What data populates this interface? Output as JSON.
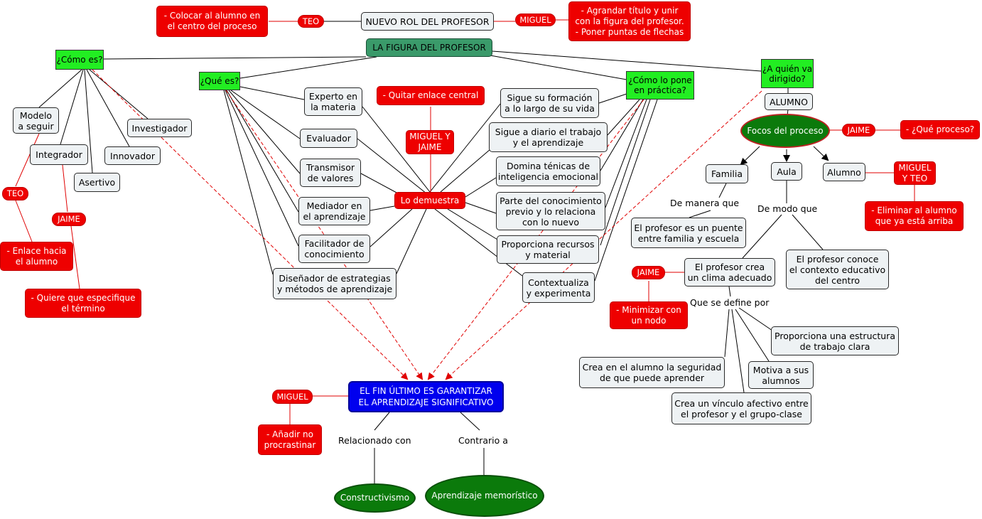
{
  "nodes": {
    "nuevo_rol": "NUEVO ROL DEL PROFESOR",
    "figura": "LA FIGURA DEL PROFESOR",
    "como_es": "¿Cómo es?",
    "que_es": "¿Qué es?",
    "como_pone": "¿Cómo lo pone\nen práctica?",
    "a_quien": "¿A quién va\ndirigido?",
    "alumno_top": "ALUMNO",
    "focos": "Focos del proceso",
    "familia": "Familia",
    "aula": "Aula",
    "alumno": "Alumno",
    "puente": "El profesor es un puente\nentre familia y escuela",
    "clima": "El profesor crea\nun clima adecuado",
    "contexto": "El profesor conoce\nel contexto educativo\ndel centro",
    "estructura": "Proporciona una estructura\nde trabajo clara",
    "seguridad": "Crea en el alumno la seguridad\nde que puede aprender",
    "motiva": "Motiva a sus\nalumnos",
    "vinculo": "Crea un vínculo afectivo entre\nel profesor y el grupo-clase",
    "modelo": "Modelo\na seguir",
    "integrador": "Integrador",
    "asertivo": "Asertivo",
    "innovador": "Innovador",
    "investigador": "Investigador",
    "experto": "Experto en\nla materia",
    "evaluador": "Evaluador",
    "transmisor": "Transmisor\nde valores",
    "mediador": "Mediador en\nel aprendizaje",
    "facilitador": "Facilitador de\nconocimiento",
    "disenador": "Diseñador de estrategias\ny métodos de aprendizaje",
    "lo_demuestra": "Lo demuestra",
    "sigue_formacion": "Sigue su formación\na lo largo de su vida",
    "sigue_diario": "Sigue a diario el trabajo\ny el aprendizaje",
    "domina": "Domina ténicas de\ninteligencia emocional",
    "parte": "Parte del conocimiento\nprevio y lo relaciona\ncon lo nuevo",
    "proporciona": "Proporciona recursos\ny material",
    "contextualiza": "Contextualiza\ny experimenta",
    "fin": "EL FIN ÚLTIMO ES GARANTIZAR\nEL APRENDIZAJE SIGNIFICATIVO",
    "constructivismo": "Constructivismo",
    "memoristico": "Aprendizaje memorístico"
  },
  "comments": {
    "teo_top_tag": "TEO",
    "teo_top_note": "- Colocar al alumno en\nel centro del proceso",
    "miguel_top_tag": "MIGUEL",
    "miguel_top_note": "- Agrandar título y unir\ncon la figura del profesor.\n- Poner puntas de flechas",
    "jaime_focos_tag": "JAIME",
    "jaime_focos_note": "- ¿Qué proceso?",
    "miguel_teo_tag": "MIGUEL\nY TEO",
    "miguel_teo_note": "- Eliminar al alumno\nque ya está arriba",
    "jaime_clima_tag": "JAIME",
    "jaime_clima_note": "- Minimizar con\nun nodo",
    "teo_left_tag": "TEO",
    "teo_left_note": "- Enlace hacia\nel alumno",
    "jaime_left_tag": "JAIME",
    "jaime_left_note": "- Quiere que especifique\nel término",
    "miguel_jaime_tag": "MIGUEL Y\nJAIME",
    "quitar_note": "- Quitar enlace central",
    "miguel_fin_tag": "MIGUEL",
    "miguel_fin_note": "- Añadir no\nprocrastinar"
  },
  "link_labels": {
    "de_manera_que": "De manera que",
    "de_modo_que": "De modo que",
    "que_se_define": "Que se define por",
    "relacionado": "Relacionado con",
    "contrario": "Contrario a"
  },
  "colors": {
    "concept": "#eef2f4",
    "comment": "#ee0000",
    "question": "#22ee22",
    "root": "#3a9a6a",
    "oval": "#0b7a0b",
    "goal": "#0000ee",
    "dashed_link": "#e00000"
  }
}
